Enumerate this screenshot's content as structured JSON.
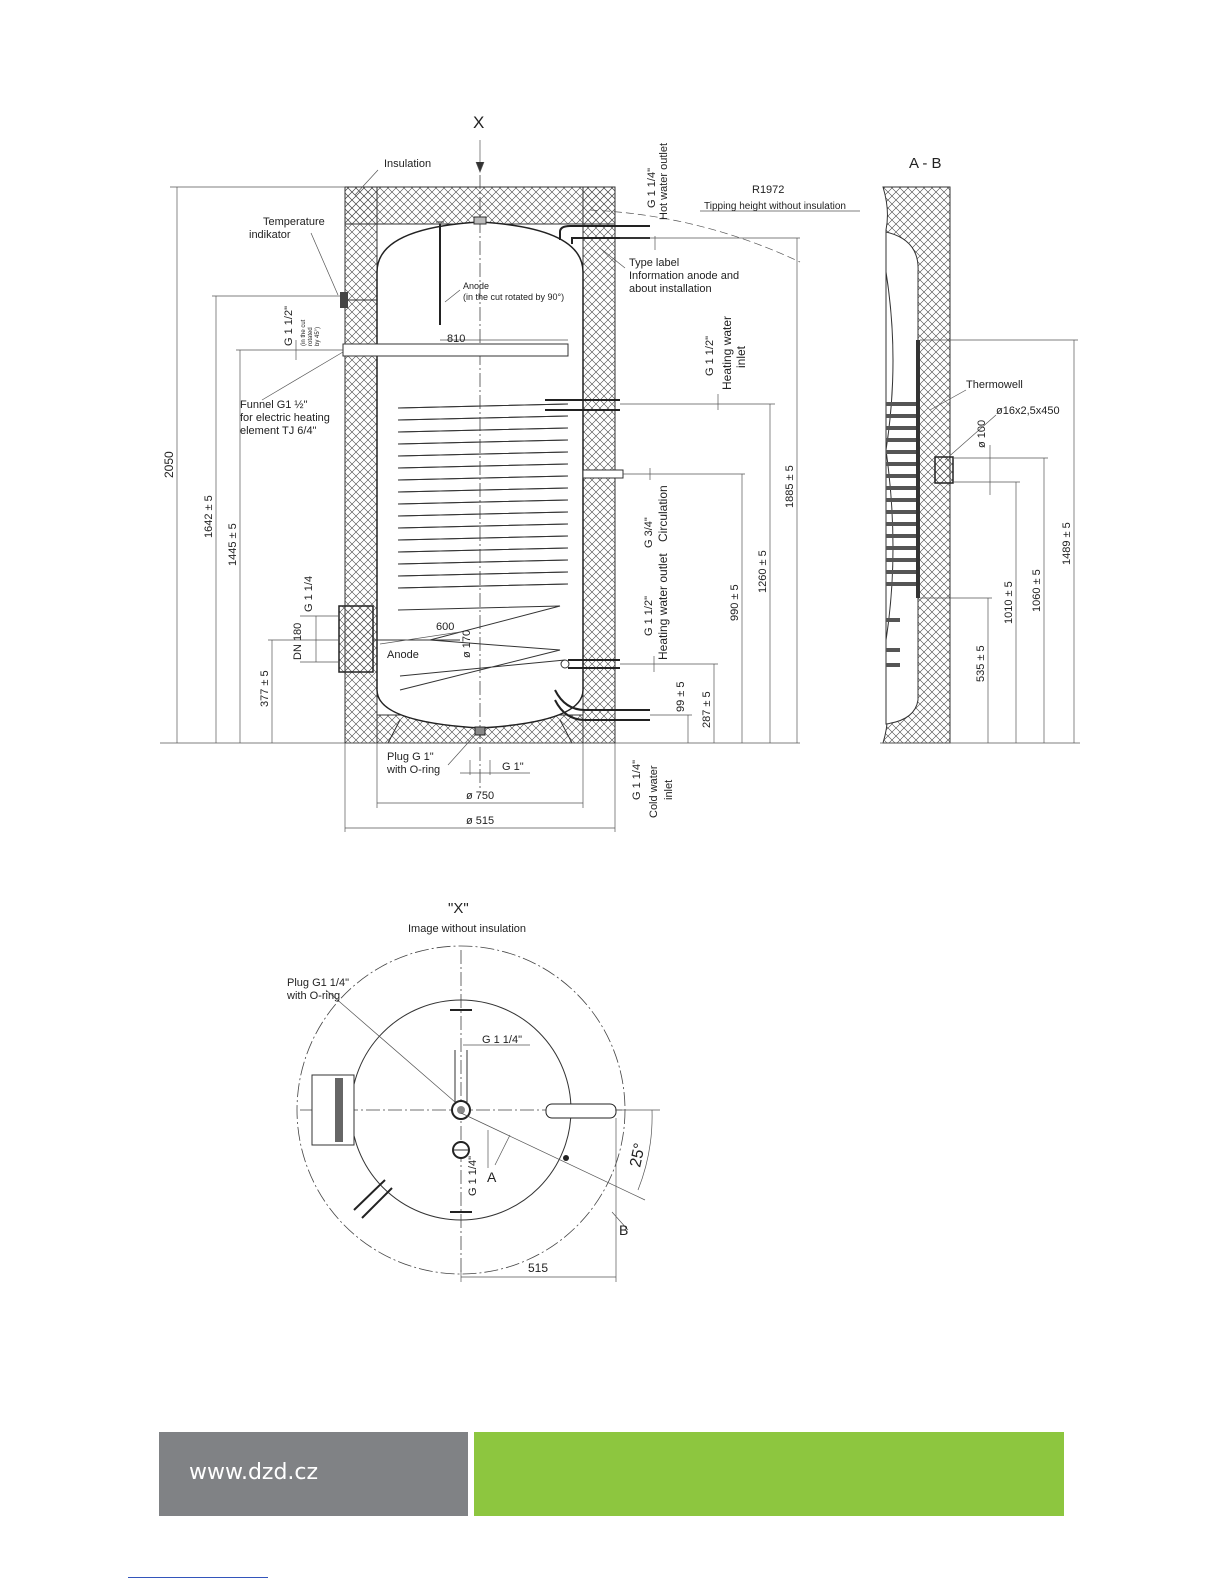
{
  "labels": {
    "view_x_arrow": "X",
    "insulation": "Insulation",
    "temp_line1": "Temperature",
    "temp_line2": "indikator",
    "hot_outlet_size": "G 1 1/4\"",
    "hot_outlet_name": "Hot water outlet",
    "r1972": "R1972",
    "tipping": "Tipping height without insulation",
    "type_label_1": "Type label",
    "type_label_2": "Information anode and",
    "type_label_3": "about installation",
    "anode_top_1": "Anode",
    "anode_top_2": "(in the cut rotated by 90°)",
    "funnel_size": "G 1 1/2\"",
    "funnel_note_1": "(in the cut",
    "funnel_note_2": "rotated",
    "funnel_note_3": "by 45°)",
    "d810": "810",
    "funnel_1": "Funnel G1 ½\"",
    "funnel_2": "for electric heating",
    "funnel_3": "element TJ 6/4\"",
    "heat_in_size": "G 1 1/2\"",
    "heat_in_1": "Heating water",
    "heat_in_2": "inlet",
    "h2050": "2050",
    "h1642": "1642 ± 5",
    "h1445": "1445 ± 5",
    "h1885": "1885 ± 5",
    "h1260": "1260 ± 5",
    "h990": "990 ± 5",
    "circ_size": "G  3/4\"",
    "circ_name": "Circulation",
    "heat_out_size": "G 1 1/2\"",
    "heat_out_name": "Heating water outlet",
    "flange_size": "G 1 1/4",
    "dn180": "DN 180",
    "d600": "600",
    "d170": "ø 170",
    "anode_low": "Anode",
    "h377": "377 ± 5",
    "h99": "99 ± 5",
    "h287": "287 ± 5",
    "plug_1": "Plug G 1\"",
    "plug_2": "with O-ring",
    "g1": "G 1\"",
    "d750": "ø 750",
    "d515": "ø 515",
    "cold_size": "G 1 1/4\"",
    "cold_1": "Cold water",
    "cold_2": "inlet",
    "section_ab": "A - B",
    "thermowell": "Thermowell",
    "well_size": "ø16x2,5x450",
    "d100": "ø 100",
    "h1489": "1489 ± 5",
    "h1060": "1060 ± 5",
    "h1010": "1010 ± 5",
    "h535": "535 ± 5",
    "view_x_title": "\"X\"",
    "view_x_sub": "Image without insulation",
    "plug_top_1": "Plug G1 1/4\"",
    "plug_top_2": "with O-ring",
    "top_g114": "G 1 1/4\"",
    "top_g114b": "G 1 1/4\"",
    "mark_a": "A",
    "mark_b": "B",
    "angle25": "25°",
    "top_515": "515"
  },
  "footer": {
    "url": "www.dzd.cz"
  },
  "colors": {
    "footer_gray": "#808285",
    "footer_green": "#8dc63f"
  }
}
